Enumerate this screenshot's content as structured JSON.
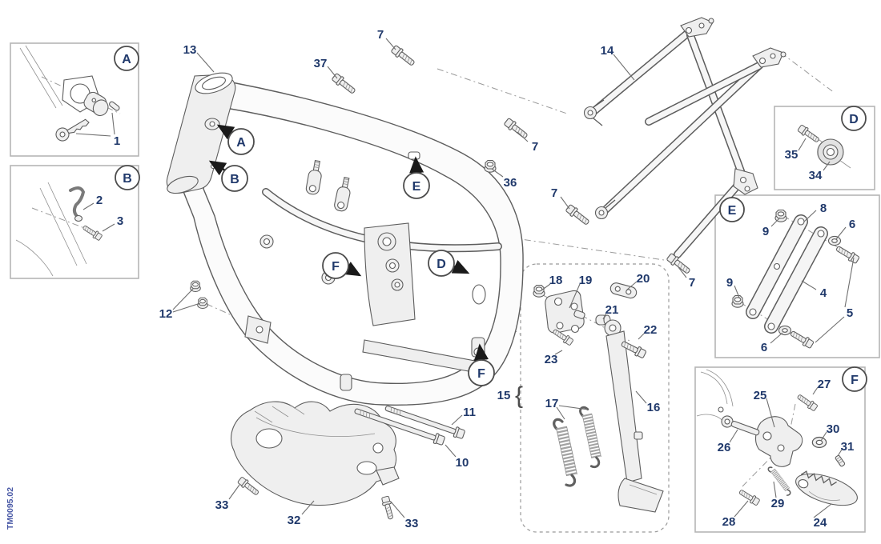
{
  "document": {
    "code": "TM0095.02"
  },
  "callouts": {
    "1": "1",
    "2": "2",
    "3": "3",
    "4": "4",
    "5": "5",
    "6": "6",
    "7": "7",
    "8": "8",
    "9": "9",
    "10": "10",
    "11": "11",
    "12": "12",
    "13": "13",
    "14": "14",
    "15": "15",
    "16": "16",
    "17": "17",
    "18": "18",
    "19": "19",
    "20": "20",
    "21": "21",
    "22": "22",
    "23": "23",
    "24": "24",
    "25": "25",
    "26": "26",
    "27": "27",
    "28": "28",
    "29": "29",
    "30": "30",
    "31": "31",
    "32": "32",
    "33": "33",
    "34": "34",
    "35": "35",
    "36": "36",
    "37": "37"
  },
  "letters": {
    "A": "A",
    "B": "B",
    "D": "D",
    "E": "E",
    "F": "F"
  },
  "glyphs": {
    "brace": "{"
  },
  "colors": {
    "label": "#20396b",
    "lineart": "#5d5d5d",
    "code": "#4757a5"
  }
}
